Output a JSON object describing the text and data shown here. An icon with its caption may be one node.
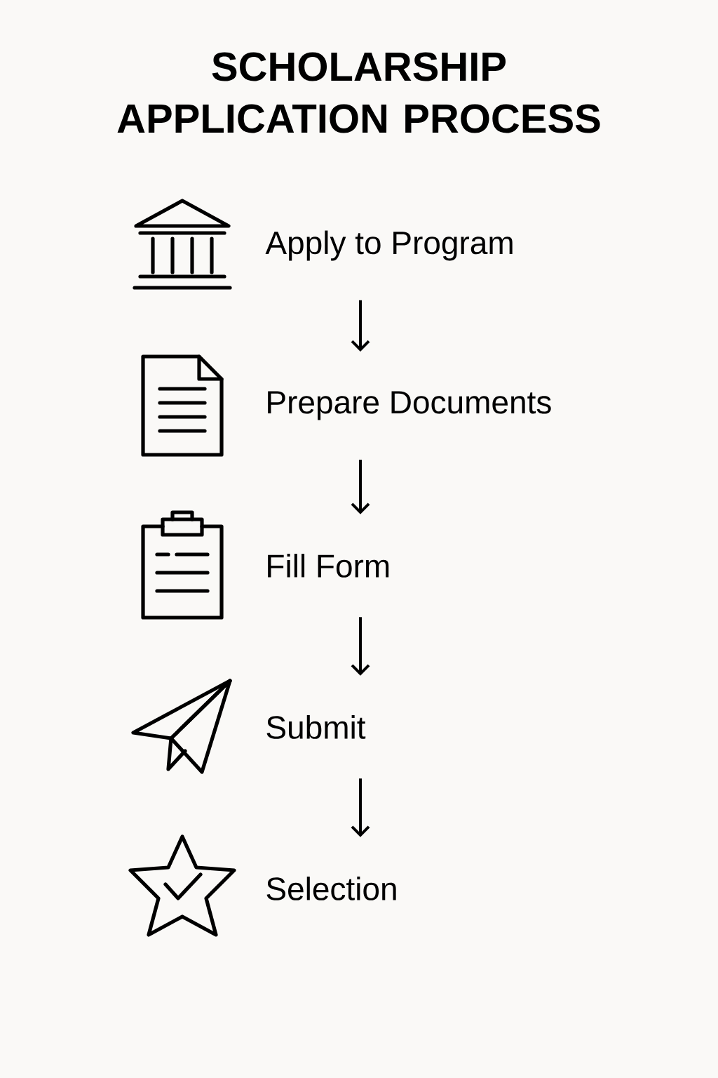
{
  "diagram": {
    "title": "SCHOLARSHIP APPLICATION PROCESS",
    "nodes": [
      {
        "text": [
          "Apply to Program"
        ]
      },
      {
        "text": [
          "Prepare Documents"
        ]
      },
      {
        "text": [
          "Fill Form"
        ]
      },
      {
        "text": [
          "Submit"
        ]
      },
      {
        "text": [
          "Selection"
        ]
      }
    ],
    "edges": [
      {
        "from": 0,
        "to": 1,
        "arrow": "to"
      },
      {
        "from": 1,
        "to": 2,
        "arrow": "to"
      },
      {
        "from": 2,
        "to": 3,
        "arrow": "to"
      },
      {
        "from": 3,
        "to": 4,
        "arrow": "to"
      }
    ]
  }
}
